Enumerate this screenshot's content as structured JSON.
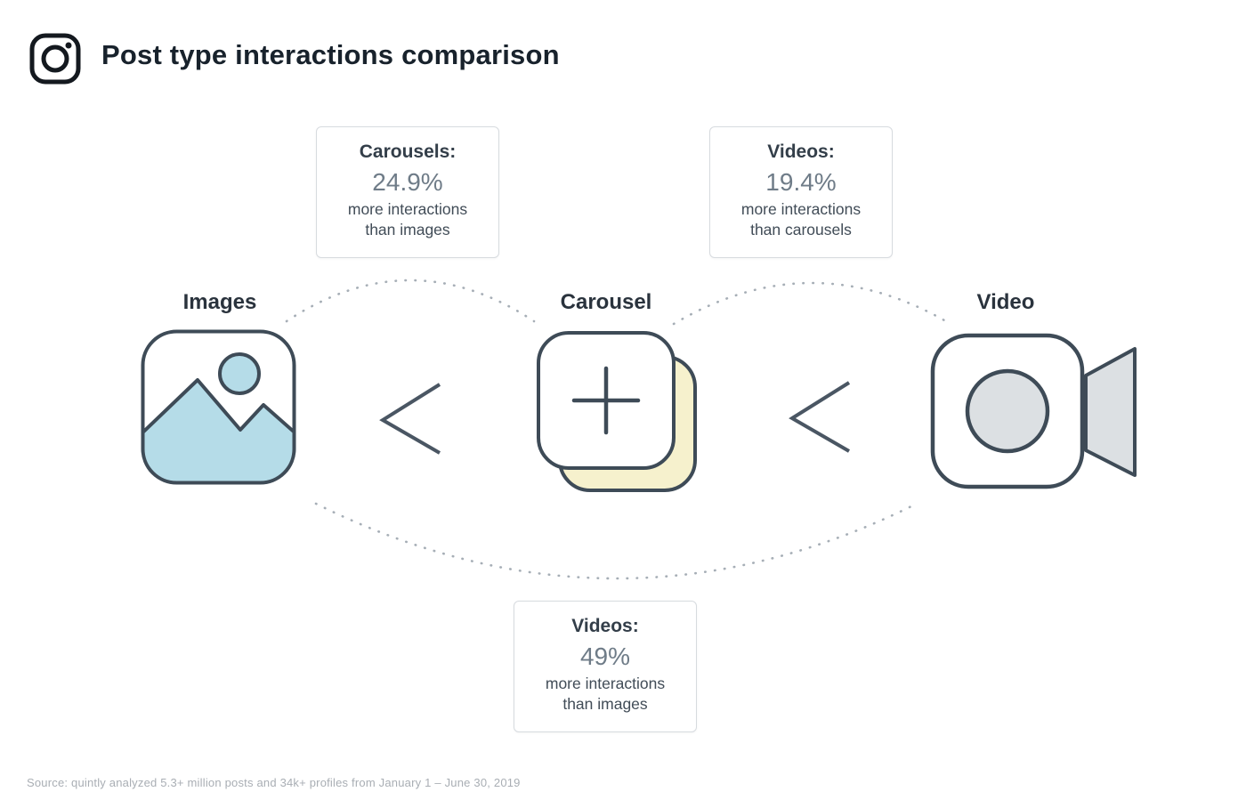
{
  "header": {
    "title": "Post type interactions comparison"
  },
  "post_types": [
    {
      "label": "Images"
    },
    {
      "label": "Carousel"
    },
    {
      "label": "Video"
    }
  ],
  "callouts": [
    {
      "subject": "Carousels:",
      "value": "24.9%",
      "line1": "more interactions",
      "line2": "than images"
    },
    {
      "subject": "Videos:",
      "value": "19.4%",
      "line1": "more interactions",
      "line2": "than carousels"
    },
    {
      "subject": "Videos:",
      "value": "49%",
      "line1": "more interactions",
      "line2": "than images"
    }
  ],
  "comparison_symbol": "<",
  "source": {
    "text": "Source: quintly analyzed 5.3+ million posts and 34k+ profiles from January 1 – June 30, 2019"
  },
  "colors": {
    "accent_blue": "#b5dce8",
    "accent_yellow": "#f6f1cd",
    "accent_gray": "#dce0e3",
    "outline_dark": "#3e4b57",
    "dotted_line": "#a6aeb6",
    "title_text": "#18222c",
    "value_text": "#6f7c88"
  }
}
